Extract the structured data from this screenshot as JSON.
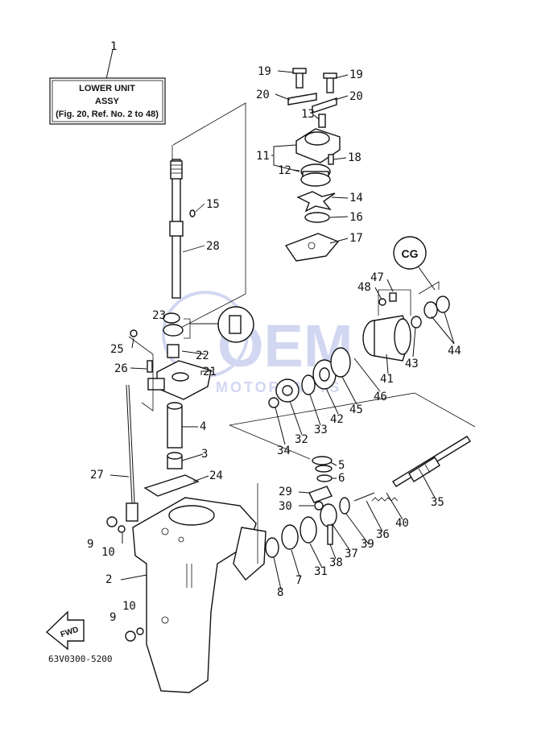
{
  "title_box": {
    "ref": "1",
    "line1": "LOWER UNIT",
    "line2": "ASSY",
    "line3": "(Fig. 20, Ref. No. 2 to 48)"
  },
  "labels": [
    {
      "id": "p1",
      "text": "1"
    },
    {
      "id": "p2",
      "text": "2"
    },
    {
      "id": "p3",
      "text": "3"
    },
    {
      "id": "p4",
      "text": "4"
    },
    {
      "id": "p5",
      "text": "5"
    },
    {
      "id": "p6",
      "text": "6"
    },
    {
      "id": "p7",
      "text": "7"
    },
    {
      "id": "p8",
      "text": "8"
    },
    {
      "id": "p9a",
      "text": "9"
    },
    {
      "id": "p9b",
      "text": "9"
    },
    {
      "id": "p10a",
      "text": "10"
    },
    {
      "id": "p10b",
      "text": "10"
    },
    {
      "id": "p11",
      "text": "11"
    },
    {
      "id": "p12",
      "text": "12"
    },
    {
      "id": "p13",
      "text": "13"
    },
    {
      "id": "p14",
      "text": "14"
    },
    {
      "id": "p15",
      "text": "15"
    },
    {
      "id": "p16",
      "text": "16"
    },
    {
      "id": "p17",
      "text": "17"
    },
    {
      "id": "p18",
      "text": "18"
    },
    {
      "id": "p19a",
      "text": "19"
    },
    {
      "id": "p19b",
      "text": "19"
    },
    {
      "id": "p20a",
      "text": "20"
    },
    {
      "id": "p20b",
      "text": "20"
    },
    {
      "id": "p21",
      "text": "21"
    },
    {
      "id": "p22",
      "text": "22"
    },
    {
      "id": "p23",
      "text": "23"
    },
    {
      "id": "p24",
      "text": "24"
    },
    {
      "id": "p25",
      "text": "25"
    },
    {
      "id": "p26",
      "text": "26"
    },
    {
      "id": "p27",
      "text": "27"
    },
    {
      "id": "p28",
      "text": "28"
    },
    {
      "id": "p29",
      "text": "29"
    },
    {
      "id": "p30",
      "text": "30"
    },
    {
      "id": "p31",
      "text": "31"
    },
    {
      "id": "p32",
      "text": "32"
    },
    {
      "id": "p33",
      "text": "33"
    },
    {
      "id": "p34",
      "text": "34"
    },
    {
      "id": "p35",
      "text": "35"
    },
    {
      "id": "p36",
      "text": "36"
    },
    {
      "id": "p37",
      "text": "37"
    },
    {
      "id": "p38",
      "text": "38"
    },
    {
      "id": "p39",
      "text": "39"
    },
    {
      "id": "p40",
      "text": "40"
    },
    {
      "id": "p41",
      "text": "41"
    },
    {
      "id": "p42",
      "text": "42"
    },
    {
      "id": "p43",
      "text": "43"
    },
    {
      "id": "p44",
      "text": "44"
    },
    {
      "id": "p45",
      "text": "45"
    },
    {
      "id": "p46",
      "text": "46"
    },
    {
      "id": "p47",
      "text": "47"
    },
    {
      "id": "p48",
      "text": "48"
    }
  ],
  "fwd_label": "FWD",
  "grease_badge": "CG",
  "drawing_code": "63V0300-5200",
  "watermark": {
    "main": "OEM",
    "sub": "MOTORPARTS"
  },
  "colors": {
    "ink": "#111111",
    "watermark": "#7f8fd8"
  }
}
